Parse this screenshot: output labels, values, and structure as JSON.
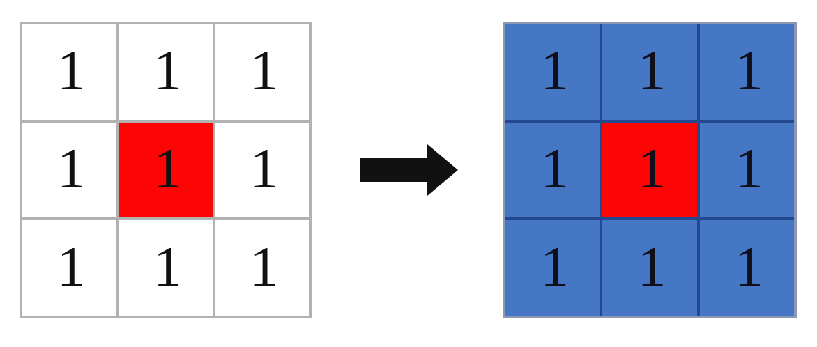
{
  "diagram": {
    "title": "",
    "type": "grid-transformation",
    "colors": {
      "background": "#ffffff",
      "source_cell_fill": "#ffffff",
      "source_grid_line": "#b2b2b2",
      "result_cell_fill": "#4577c4",
      "result_grid_line": "#23488f",
      "highlight_fill": "#fb0505",
      "digit_color": "#111111",
      "arrow_color": "#111111"
    },
    "source_grid": {
      "name": "source-grid",
      "rows": 3,
      "cols": 3,
      "cells": [
        {
          "value": "1",
          "highlight": false
        },
        {
          "value": "1",
          "highlight": false
        },
        {
          "value": "1",
          "highlight": false
        },
        {
          "value": "1",
          "highlight": false
        },
        {
          "value": "1",
          "highlight": true
        },
        {
          "value": "1",
          "highlight": false
        },
        {
          "value": "1",
          "highlight": false
        },
        {
          "value": "1",
          "highlight": false
        },
        {
          "value": "1",
          "highlight": false
        }
      ]
    },
    "arrow": {
      "name": "right-arrow-icon",
      "direction": "right",
      "label": ""
    },
    "result_grid": {
      "name": "result-grid",
      "rows": 3,
      "cols": 3,
      "cells": [
        {
          "value": "1",
          "highlight": false
        },
        {
          "value": "1",
          "highlight": false
        },
        {
          "value": "1",
          "highlight": false
        },
        {
          "value": "1",
          "highlight": false
        },
        {
          "value": "1",
          "highlight": true
        },
        {
          "value": "1",
          "highlight": false
        },
        {
          "value": "1",
          "highlight": false
        },
        {
          "value": "1",
          "highlight": false
        },
        {
          "value": "1",
          "highlight": false
        }
      ]
    }
  }
}
